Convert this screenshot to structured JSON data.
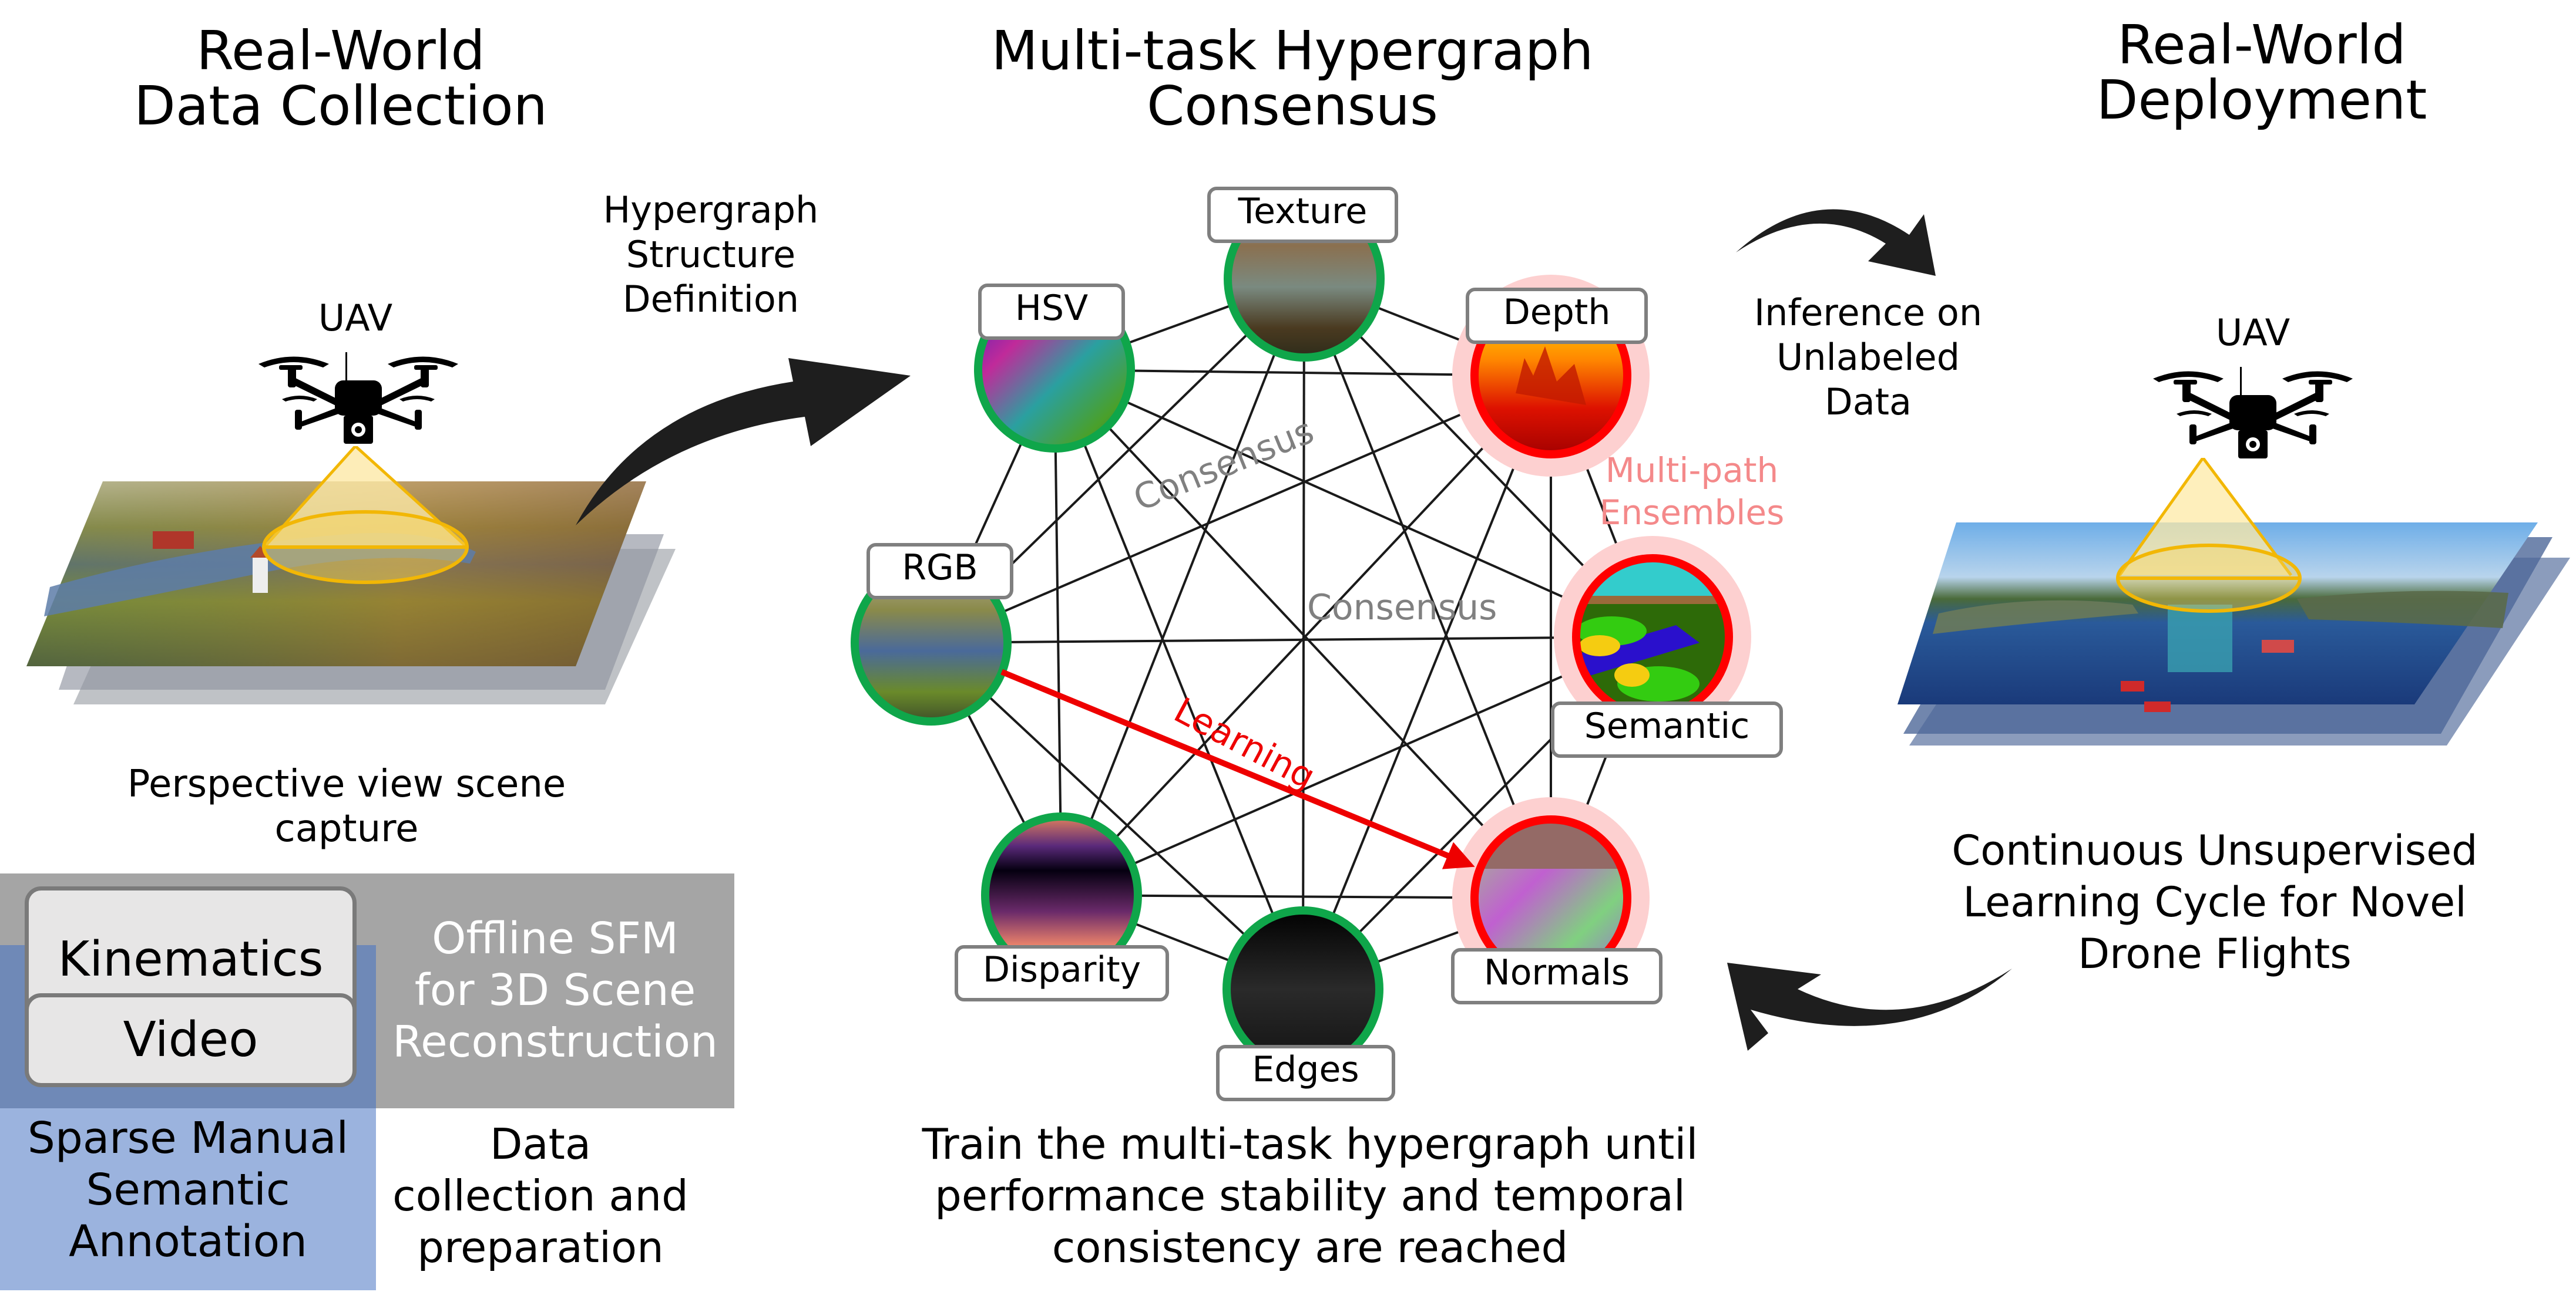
{
  "sections": {
    "collection": {
      "title_line1": "Real-World",
      "title_line2": "Data Collection",
      "uav_label": "UAV",
      "scene_caption_line1": "Perspective view scene",
      "scene_caption_line2": "capture",
      "kinematics_label": "Kinematics",
      "video_label": "Video",
      "sfm_line1": "Offline SFM",
      "sfm_line2": "for 3D Scene",
      "sfm_line3": "Reconstruction",
      "annotation_line1": "Sparse Manual",
      "annotation_line2": "Semantic",
      "annotation_line3": "Annotation",
      "prep_line1": "Data",
      "prep_line2": "collection and",
      "prep_line3": "preparation"
    },
    "hypergraph_def": {
      "line1": "Hypergraph",
      "line2": "Structure",
      "line3": "Definition"
    },
    "consensus": {
      "title_line1": "Multi-task Hypergraph",
      "title_line2": "Consensus",
      "consensus_label": "Consensus",
      "consensus_label_2": "Consensus",
      "learning_label": "Learning",
      "ensembles_line1": "Multi-path",
      "ensembles_line2": "Ensembles",
      "caption_line1": "Train the multi-task hypergraph until",
      "caption_line2": "performance stability and temporal",
      "caption_line3": "consistency are reached"
    },
    "inference": {
      "line1": "Inference on",
      "line2": "Unlabeled",
      "line3": "Data"
    },
    "deployment": {
      "title_line1": "Real-World",
      "title_line2": "Deployment",
      "uav_label": "UAV",
      "caption_line1": "Continuous Unsupervised",
      "caption_line2": "Learning Cycle for Novel",
      "caption_line3": "Drone Flights"
    }
  },
  "nodes": [
    {
      "id": "texture",
      "label": "Texture",
      "type": "input",
      "thumb": "texture-thumbnail"
    },
    {
      "id": "depth",
      "label": "Depth",
      "type": "output",
      "thumb": "depth-thumbnail"
    },
    {
      "id": "semantic",
      "label": "Semantic",
      "type": "output",
      "thumb": "semantic-thumbnail"
    },
    {
      "id": "normals",
      "label": "Normals",
      "type": "output",
      "thumb": "normals-thumbnail"
    },
    {
      "id": "edges",
      "label": "Edges",
      "type": "input",
      "thumb": "edges-thumbnail"
    },
    {
      "id": "disparity",
      "label": "Disparity",
      "type": "input",
      "thumb": "disparity-thumbnail"
    },
    {
      "id": "rgb",
      "label": "RGB",
      "type": "input",
      "thumb": "rgb-thumbnail"
    },
    {
      "id": "hsv",
      "label": "HSV",
      "type": "input",
      "thumb": "hsv-thumbnail"
    }
  ],
  "learning_edge": {
    "from": "rgb",
    "to": "normals"
  },
  "colors": {
    "input_ring": "#0fa64a",
    "output_ring": "#ff0000",
    "output_halo": "#fdd0d0",
    "learning_arrow": "#ee0000",
    "ensembles_text": "#f4898a",
    "consensus_text": "#808080",
    "gray_panel": "#a5a5a5",
    "blue_dark_panel": "#6f89b7",
    "blue_light_panel": "#9bb3de",
    "button_fill": "#e7e6e6",
    "cone_fill": "#fde9a6",
    "cone_stroke": "#f2b705"
  }
}
